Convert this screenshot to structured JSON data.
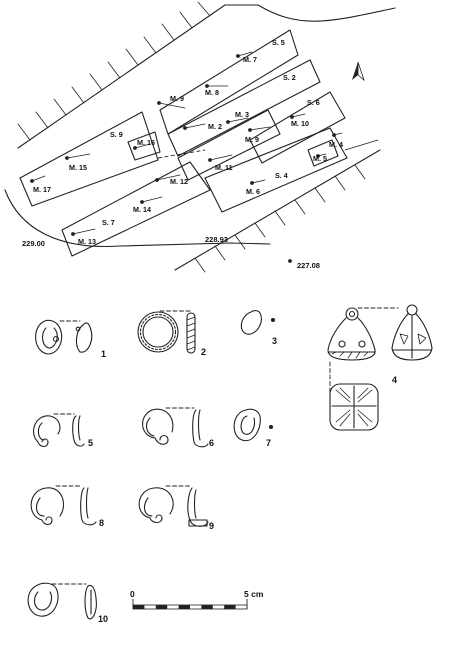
{
  "plan": {
    "structures": [
      "S. 5",
      "S. 2",
      "S. 6",
      "S. 9",
      "S. 4",
      "S. 7"
    ],
    "graves": [
      "M. 7",
      "M. 8",
      "M. 9",
      "M. 2",
      "M. 3",
      "M. 9",
      "M. 10",
      "M. 16",
      "M. 4",
      "M. 5",
      "M. 15",
      "M. 11",
      "M. 17",
      "M. 12",
      "M. 6",
      "M. 14",
      "M. 13"
    ],
    "elevations": [
      "229.00",
      "228.93",
      "227.08"
    ],
    "north_icon": "north-arrow-icon"
  },
  "objects": [
    "1",
    "2",
    "3",
    "4",
    "5",
    "6",
    "7",
    "8",
    "9",
    "10"
  ],
  "scale_bar": {
    "start": "0",
    "end": "5 cm"
  },
  "colors": {
    "ink": "#222222",
    "background": "#ffffff"
  }
}
